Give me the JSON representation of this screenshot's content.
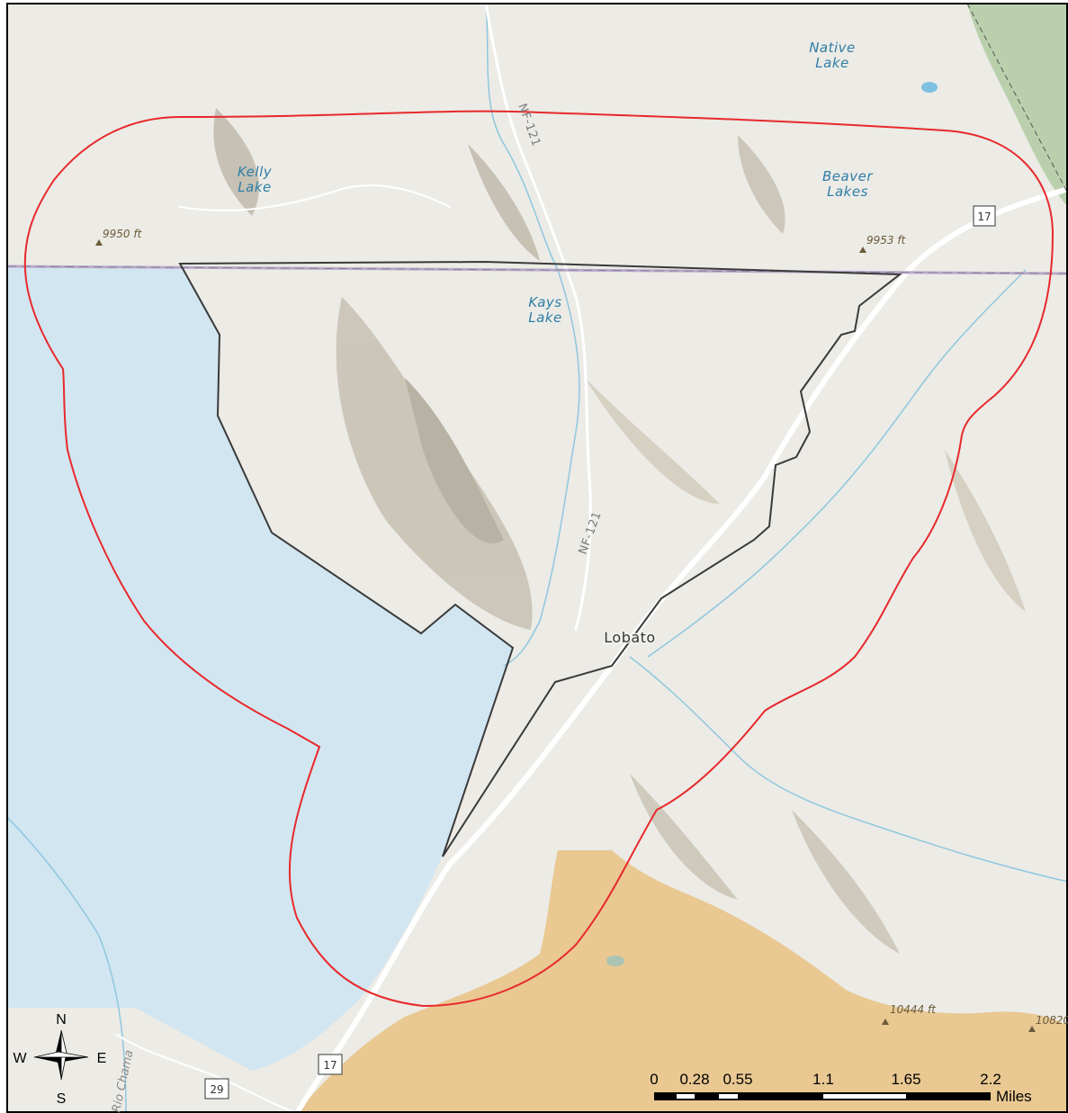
{
  "map": {
    "colors": {
      "terrain": "#ecebe6",
      "study_area_outline": "#e8292c",
      "boundary_outline": "#3a3a3a",
      "blue_zone": "#cfe6f2",
      "orange_zone": "#e9c282",
      "green_zone": "#a9c79a",
      "water": "#3d8fbf",
      "boundary_line": "#b9a9c8"
    },
    "lakes": [
      {
        "line1": "Native",
        "line2": "Lake"
      },
      {
        "line1": "Kelly",
        "line2": "Lake"
      },
      {
        "line1": "Beaver",
        "line2": "Lakes"
      },
      {
        "line1": "Kays",
        "line2": "Lake"
      }
    ],
    "peaks": [
      "9950 ft",
      "9953 ft",
      "10444 ft",
      "10820"
    ],
    "roads": {
      "nf121_north": "NF-121",
      "nf121_south": "NF-121",
      "shield_17_east": "17",
      "shield_17_south": "17",
      "shield_29": "29"
    },
    "river": "Rio Chama",
    "town": "Lobato"
  },
  "compass": {
    "n": "N",
    "s": "S",
    "e": "E",
    "w": "W",
    "icon": "north-arrow-icon"
  },
  "scale_bar": {
    "ticks": [
      "0",
      "0.28",
      "0.55",
      "1.1",
      "1.65",
      "2.2"
    ],
    "unit": "Miles"
  }
}
